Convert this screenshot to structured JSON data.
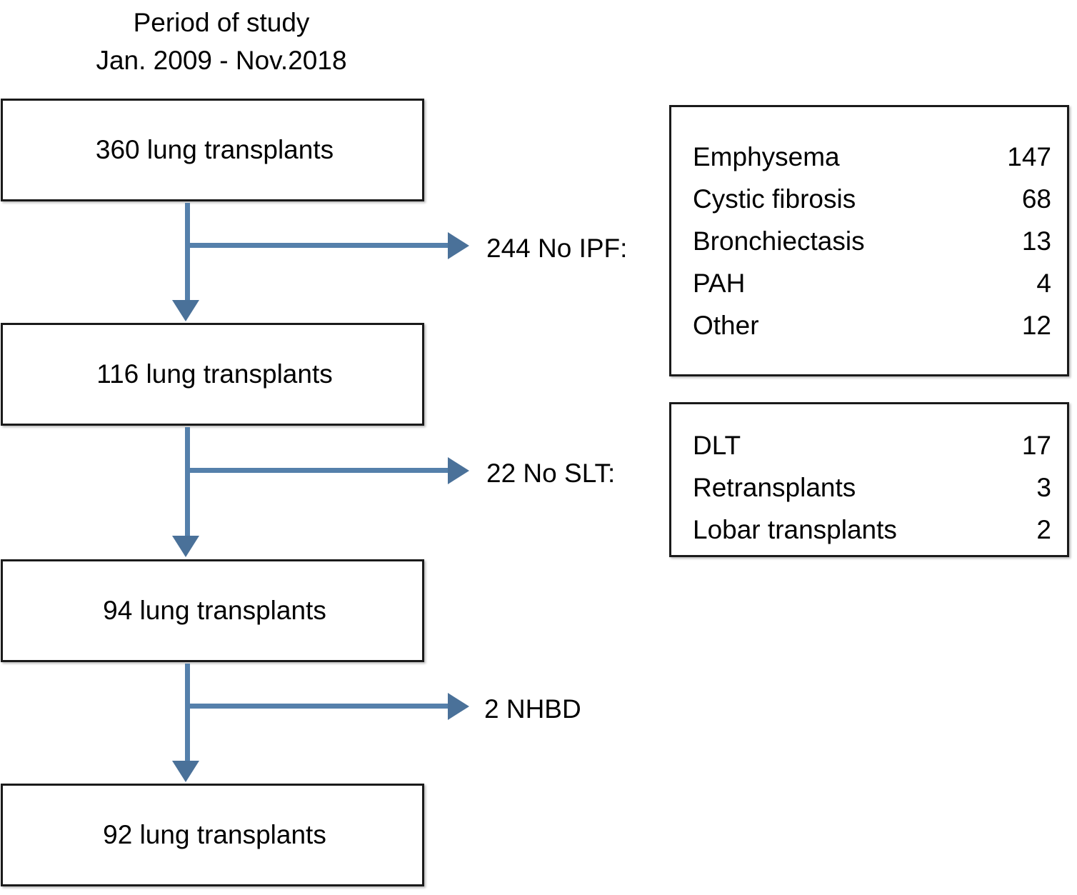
{
  "header": {
    "line1": "Period of study",
    "line2": "Jan. 2009 - Nov.2018"
  },
  "flow": {
    "nodes": [
      {
        "label": "360 lung transplants"
      },
      {
        "label": "116 lung transplants"
      },
      {
        "label": "94 lung transplants"
      },
      {
        "label": "92 lung transplants"
      }
    ],
    "branches": [
      {
        "label": "244 No IPF:"
      },
      {
        "label": "22 No SLT:"
      },
      {
        "label": "2 NHBD"
      }
    ]
  },
  "legends": [
    {
      "name": "no-ipf-breakdown",
      "rows": [
        {
          "label": "Emphysema",
          "value": "147"
        },
        {
          "label": "Cystic fibrosis",
          "value": "68"
        },
        {
          "label": "Bronchiectasis",
          "value": "13"
        },
        {
          "label": "PAH",
          "value": "4"
        },
        {
          "label": "Other",
          "value": "12"
        }
      ]
    },
    {
      "name": "no-slt-breakdown",
      "rows": [
        {
          "label": "DLT",
          "value": "17"
        },
        {
          "label": "Retransplants",
          "value": "3"
        },
        {
          "label": "Lobar transplants",
          "value": "2"
        }
      ]
    }
  ],
  "colors": {
    "connector": "#5580ab",
    "arrowhead": "#4a7199",
    "box_border": "#1a1a1a",
    "text": "#000000",
    "background": "#ffffff"
  }
}
